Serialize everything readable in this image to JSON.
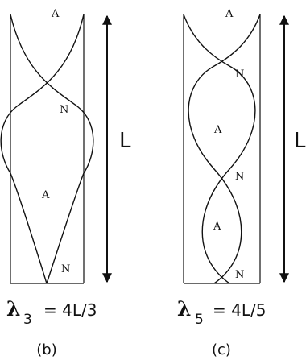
{
  "diagram_b": {
    "labels": [
      "A",
      "N",
      "A",
      "N"
    ],
    "length_label": "L",
    "formula_symbol": "λ",
    "formula_subscript": "3",
    "formula_expression": "= 4L/3",
    "caption": "(b)"
  },
  "diagram_c": {
    "labels": [
      "A",
      "N",
      "A",
      "N",
      "A",
      "N"
    ],
    "length_label": "L",
    "formula_symbol": "λ",
    "formula_subscript": "5",
    "formula_expression": "= 4L/5",
    "caption": "(c)"
  }
}
